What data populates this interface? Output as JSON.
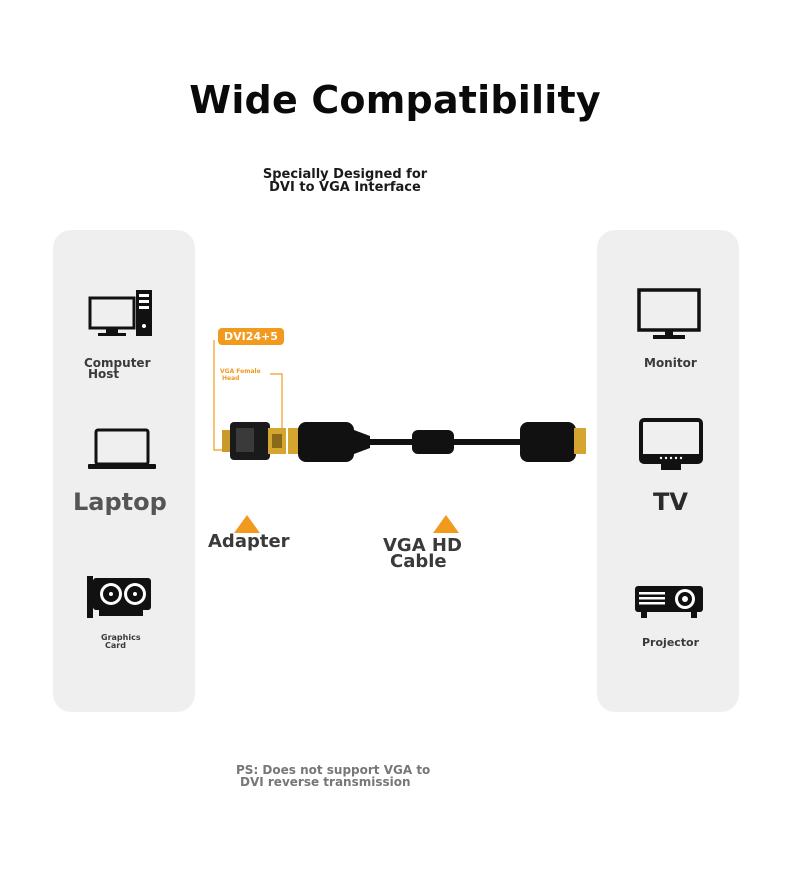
{
  "header": {
    "title": "Wide Compatibility",
    "subtitle_line1": "Specially Designed for",
    "subtitle_line2": "DVI to VGA Interface"
  },
  "left_panel": {
    "items": [
      {
        "line1": "Computer",
        "line2": "Host",
        "icon": "computer-host-icon"
      },
      {
        "label": "Laptop",
        "icon": "laptop-icon"
      },
      {
        "line1": "Graphics",
        "line2": "Card",
        "icon": "graphics-card-icon"
      }
    ]
  },
  "right_panel": {
    "items": [
      {
        "label": "Monitor",
        "icon": "monitor-icon"
      },
      {
        "label": "TV",
        "icon": "tv-icon"
      },
      {
        "label": "Projector",
        "icon": "projector-icon"
      }
    ]
  },
  "center": {
    "dvi_tag": "DVI24+5",
    "vga_female_line1": "VGA Female",
    "vga_female_line2": "Head",
    "adapter_label": "Adapter",
    "cable_line1": "VGA HD",
    "cable_line2": "Cable"
  },
  "footer": {
    "ps_line1": "PS: Does not support VGA to",
    "ps_line2": "DVI reverse transmission"
  },
  "colors": {
    "accent": "#f29a1e",
    "panel_bg": "#efefef",
    "text_dark": "#0a0a0a"
  }
}
